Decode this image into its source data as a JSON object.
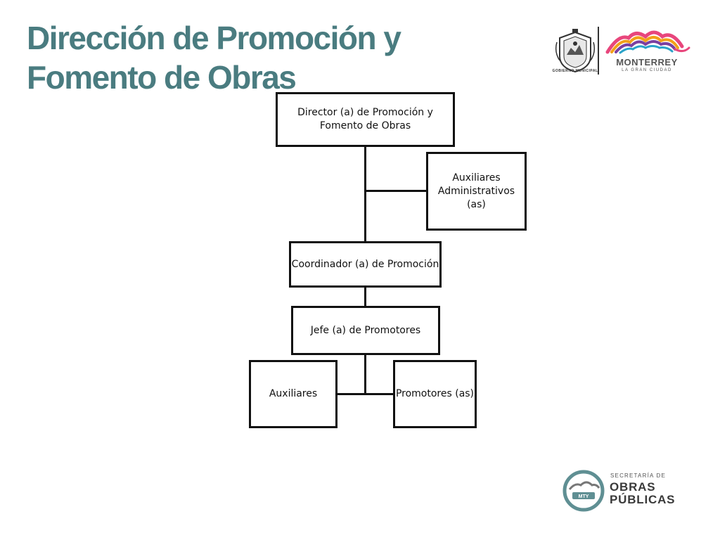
{
  "title": {
    "line1": "Dirección de Promoción y",
    "line2": "Fomento de Obras"
  },
  "logos": {
    "seal_caption": "GOBIERNO MUNICIPAL",
    "city_name": "MONTERREY",
    "city_tagline": "LA GRAN CIUDAD",
    "secretaria_small": "SECRETARÍA DE",
    "secretaria_line1": "OBRAS",
    "secretaria_line2": "PÚBLICAS",
    "secretaria_badge": "MTY"
  },
  "org_chart": {
    "director": "Director (a) de Promoción y\nFomento   de Obras",
    "auxiliares_admin": "Auxiliares\nAdministrativos (as)",
    "coordinador": "Coordinador (a) de Promoción",
    "jefe": "Jefe (a) de Promotores",
    "auxiliares": "Auxiliares",
    "promotores": "Promotores (as)"
  },
  "colors": {
    "title": "#4a7c80",
    "line": "#111111",
    "teal_badge": "#5f8f93"
  }
}
